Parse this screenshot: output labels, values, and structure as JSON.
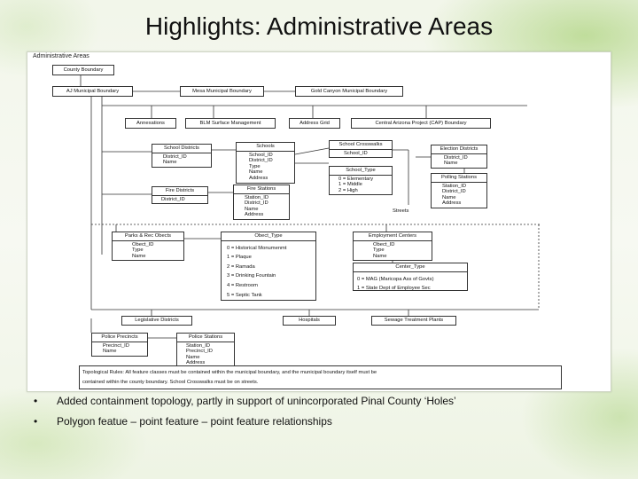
{
  "slide": {
    "title": "Highlights: Administrative Areas",
    "bullets": [
      "Added containment topology, partly in support of unincorporated Pinal County ‘Holes’",
      "Polygon featue – point feature – point feature relationships"
    ],
    "bullet_marker": "•"
  },
  "diagram": {
    "heading": "Administrative Areas",
    "county_boundary": "County Boundary",
    "municipal": [
      "AJ Municipal Boundary",
      "Mesa Municipal Boundary",
      "Gold Canyon Municipal Boundary"
    ],
    "misc": [
      "Annexations",
      "BLM Surface Management",
      "Address Grid",
      "Central Arizona Project (CAP) Boundary"
    ],
    "school_districts": {
      "title": "School Districts",
      "fields": [
        "District_ID",
        "Name"
      ]
    },
    "schools": {
      "title": "Schools",
      "fields": [
        "School_ID",
        "District_ID",
        "Type",
        "Name",
        "Address"
      ]
    },
    "school_crosswalks": {
      "title": "School Crosswalks",
      "fields": [
        "School_ID"
      ]
    },
    "school_type": {
      "title": "School_Type",
      "fields": [
        "0 = Elementary",
        "1 = Middle",
        "2 = High"
      ]
    },
    "election_districts": {
      "title": "Election Districts",
      "fields": [
        "District_ID",
        "Name"
      ]
    },
    "polling_stations": {
      "title": "Polling Stations",
      "fields": [
        "Station_ID",
        "District_ID",
        "Name",
        "Address"
      ]
    },
    "fire_districts": {
      "title": "Fire Districts",
      "fields": [
        "District_ID"
      ]
    },
    "fire_stations": {
      "title": "Fire Stations",
      "fields": [
        "Station_ID",
        "District_ID",
        "Name",
        "Address"
      ]
    },
    "streets": "Streets",
    "parks_rec": {
      "title": "Parks & Rec Obects",
      "fields": [
        "Obect_ID",
        "Type",
        "Name"
      ]
    },
    "object_type": {
      "title": "Obect_Type",
      "fields": [
        "0 = Historical Monumenmt",
        "1 = Plaque",
        "2 = Ramada",
        "3 = Drinking Fountain",
        "4 = Restroom",
        "5 = Septic Tank"
      ]
    },
    "employment_centers": {
      "title": "Employment Centers",
      "fields": [
        "Obect_ID",
        "Type",
        "Name"
      ]
    },
    "center_type": {
      "title": "Center_Type",
      "fields": [
        "0 = MAG (Maricopa Ass of Govts)",
        "1 = State Dept of Employee Sec"
      ]
    },
    "bottom": [
      "Legislative Districts",
      "Hospitals",
      "Sewage Treatment Plants"
    ],
    "police_precincts": {
      "title": "Police Precincts",
      "fields": [
        "Precinct_ID",
        "Name"
      ]
    },
    "police_stations": {
      "title": "Police Stations",
      "fields": [
        "Station_ID",
        "Precinct_ID",
        "Name",
        "Address"
      ]
    },
    "rules": [
      "Topological Rules: All feature classes must be contained within the municipal boundary, and the municipal boundary itself must be",
      "contained within the county boundary. School Crosswalks must be on streets."
    ]
  }
}
